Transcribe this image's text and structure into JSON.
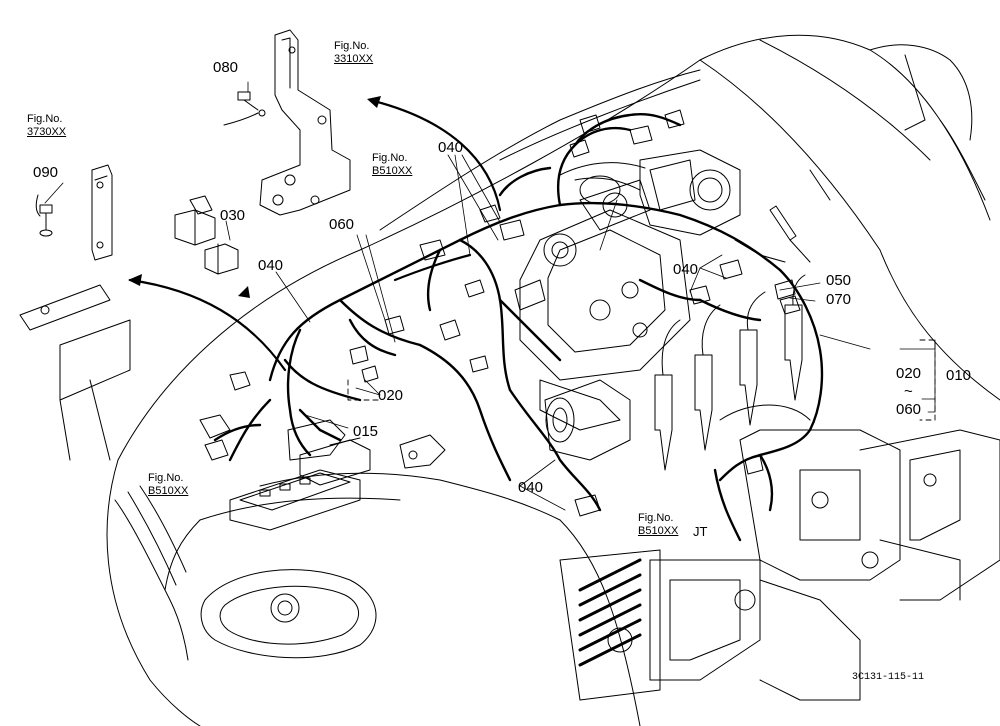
{
  "figure_refs": {
    "top_center": {
      "label": "Fig.No.",
      "number": "3310XX"
    },
    "left": {
      "label": "Fig.No.",
      "number": "3730XX"
    },
    "mid": {
      "label": "Fig.No.",
      "number": "B510XX"
    },
    "ecu": {
      "label": "Fig.No.",
      "number": "B510XX"
    },
    "bottom_right": {
      "label": "Fig.No.",
      "number": "B510XX"
    }
  },
  "part_labels": {
    "p080": "080",
    "p090": "090",
    "p030": "030",
    "p060": "060",
    "p040_left": "040",
    "p040_top": "040",
    "p040_right": "040",
    "p040_bottom": "040",
    "p020_mid": "020",
    "p015": "015",
    "p050": "050",
    "p070": "070",
    "p020_right": "020",
    "p060_right": "060",
    "p010": "010",
    "tilde": "~"
  },
  "drawing_code": "3C131-115-11",
  "bottom_right_symbol": "JT",
  "colors": {
    "line": "#000000",
    "background": "#ffffff"
  }
}
